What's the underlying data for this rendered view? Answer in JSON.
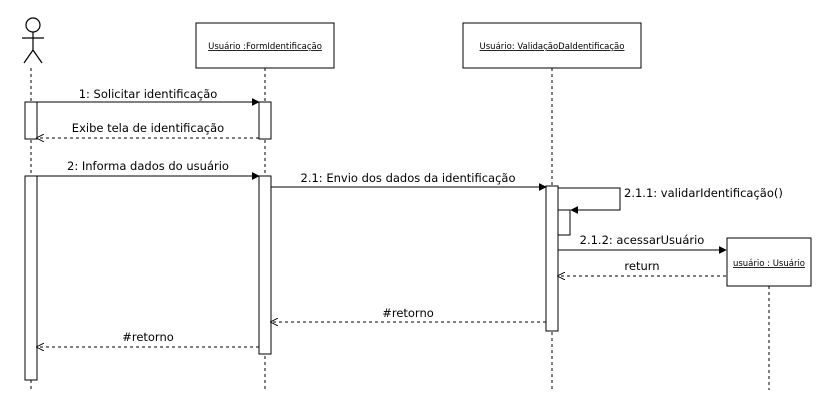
{
  "colors": {
    "line": "#000000",
    "box_fill": "#ffffff",
    "activation_fill": "#ffffff"
  },
  "actor": {
    "icon": "stick-figure-actor-icon"
  },
  "lifelines": {
    "form": {
      "label": "Usuário :FormIdentificação"
    },
    "validacao": {
      "label": "Usuário: ValidaçãoDaIdentificação"
    },
    "usuario": {
      "label": "usuário : Usuário"
    }
  },
  "messages": [
    {
      "id": "m1",
      "text": "1: Solicitar identificação",
      "kind": "sync"
    },
    {
      "id": "m1r",
      "text": "Exibe tela de identificação",
      "kind": "return"
    },
    {
      "id": "m2",
      "text": "2: Informa dados do usuário",
      "kind": "sync"
    },
    {
      "id": "m21",
      "text": "2.1: Envio dos dados da identificação",
      "kind": "sync"
    },
    {
      "id": "m211",
      "text": "2.1.1: validarIdentificação()",
      "kind": "self"
    },
    {
      "id": "m212",
      "text": "2.1.2: acessarUsuário",
      "kind": "sync"
    },
    {
      "id": "m212r",
      "text": "return",
      "kind": "return"
    },
    {
      "id": "m21r",
      "text": "#retorno",
      "kind": "return"
    },
    {
      "id": "m2r",
      "text": "#retorno",
      "kind": "return"
    }
  ]
}
